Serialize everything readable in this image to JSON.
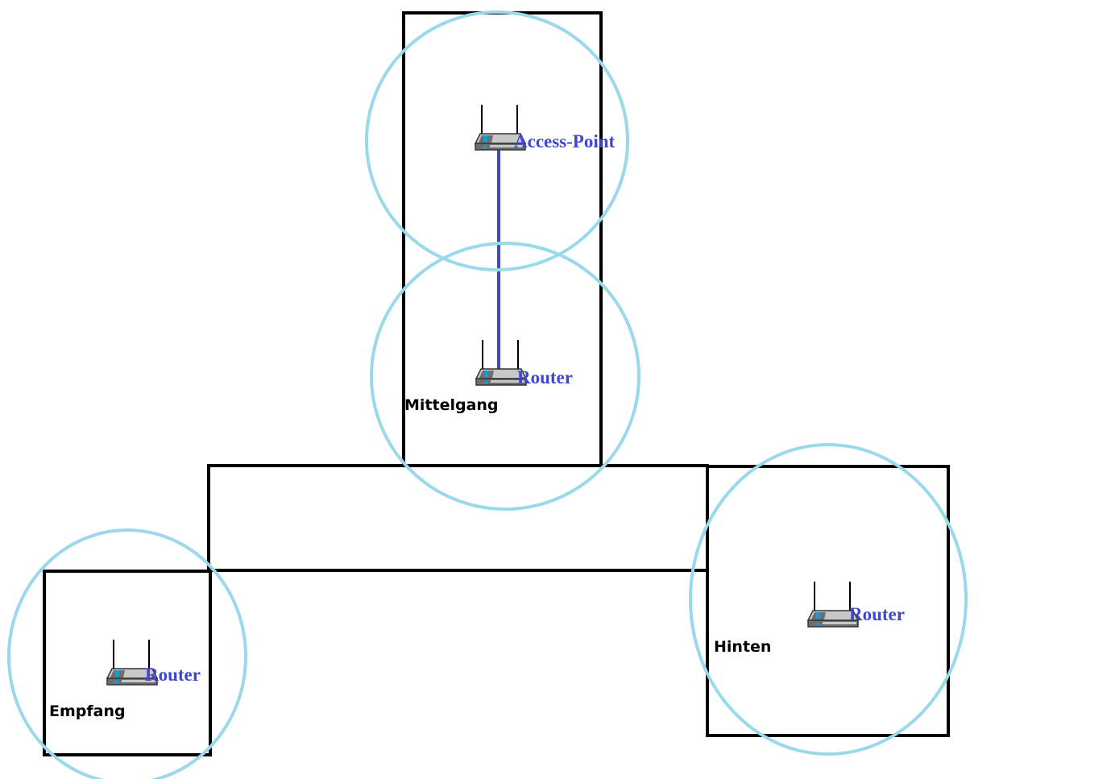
{
  "colors": {
    "link": "#3f48cc",
    "coverage": "#99d9ea",
    "wall": "#000000",
    "device_accent": "#00a2e8"
  },
  "rooms": [
    {
      "label": "Mittelgang"
    },
    {
      "label": "Empfang"
    },
    {
      "label": "Hinten"
    },
    {
      "label": ""
    }
  ],
  "devices": [
    {
      "label": "Access-Point",
      "icon": "wireless-router-icon"
    },
    {
      "label": "Router",
      "icon": "wireless-router-icon"
    },
    {
      "label": "Router",
      "icon": "wireless-router-icon"
    },
    {
      "label": "Router",
      "icon": "wireless-router-icon"
    }
  ]
}
